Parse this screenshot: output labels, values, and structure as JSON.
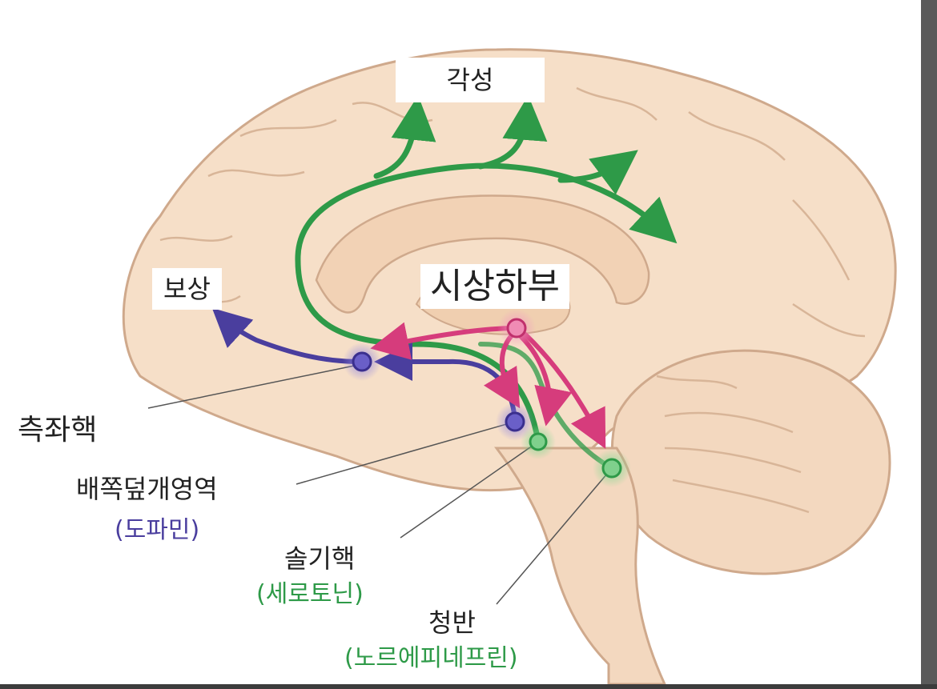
{
  "labels": {
    "arousal": "각성",
    "reward": "보상",
    "hypothalamus": "시상하부",
    "nucleus_accumbens": "측좌핵",
    "vta": "배쪽덮개영역",
    "dopamine": "(도파민)",
    "raphe": "솔기핵",
    "serotonin": "(세로토닌)",
    "locus_coeruleus": "청반",
    "norepinephrine": "(노르에피네프린)"
  },
  "colors": {
    "brain_fill": "#f6dfc8",
    "brain_outline": "#cfa98c",
    "green": "#2e9a48",
    "purple": "#4a3e9e",
    "pink": "#d63c7c",
    "text_dark": "#222222"
  }
}
